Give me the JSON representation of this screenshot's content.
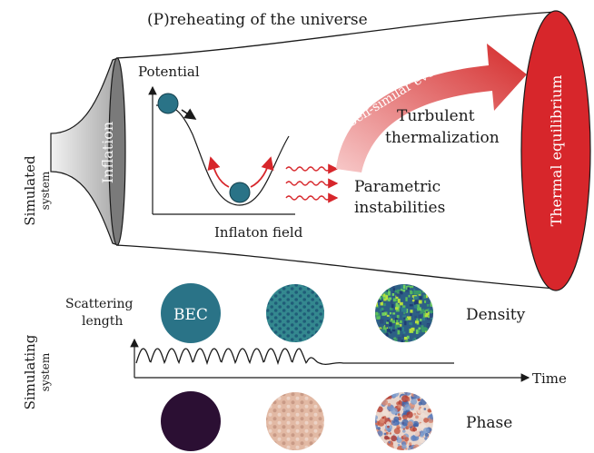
{
  "title": "(P)reheating of the universe",
  "left_labels": {
    "simulated": [
      "Simulated",
      "system"
    ],
    "simulating": [
      "Simulating",
      "system"
    ]
  },
  "funnel": {
    "inflation_label": "Inflation"
  },
  "potential_panel": {
    "ylabel": "Potential",
    "xlabel": "Inflaton field"
  },
  "parametric_label": [
    "Parametric",
    "instabilities"
  ],
  "turbulent_label": [
    "Turbulent",
    "thermalization"
  ],
  "arrow_label": "Self-similar evolution",
  "equilibrium_label": "Thermal equilibrium",
  "bottom": {
    "scattering_label": [
      "Scattering",
      "length"
    ],
    "time_label": "Time",
    "density_label": "Density",
    "phase_label": "Phase",
    "bec_label": "BEC"
  },
  "colors": {
    "teal": "#2a7387",
    "red": "#d7262b",
    "dark_red": "#a31d22",
    "phase_dark": "#2b0f33",
    "funnel_gray": "#bdbdbd"
  }
}
